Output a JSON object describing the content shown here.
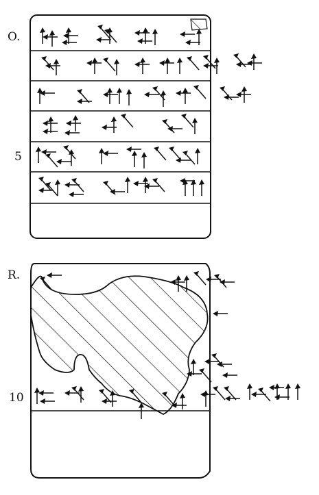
{
  "obverse": {
    "side_label": "O.",
    "line_number_5": "5"
  },
  "reverse": {
    "side_label": "R.",
    "line_number_10": "10"
  }
}
